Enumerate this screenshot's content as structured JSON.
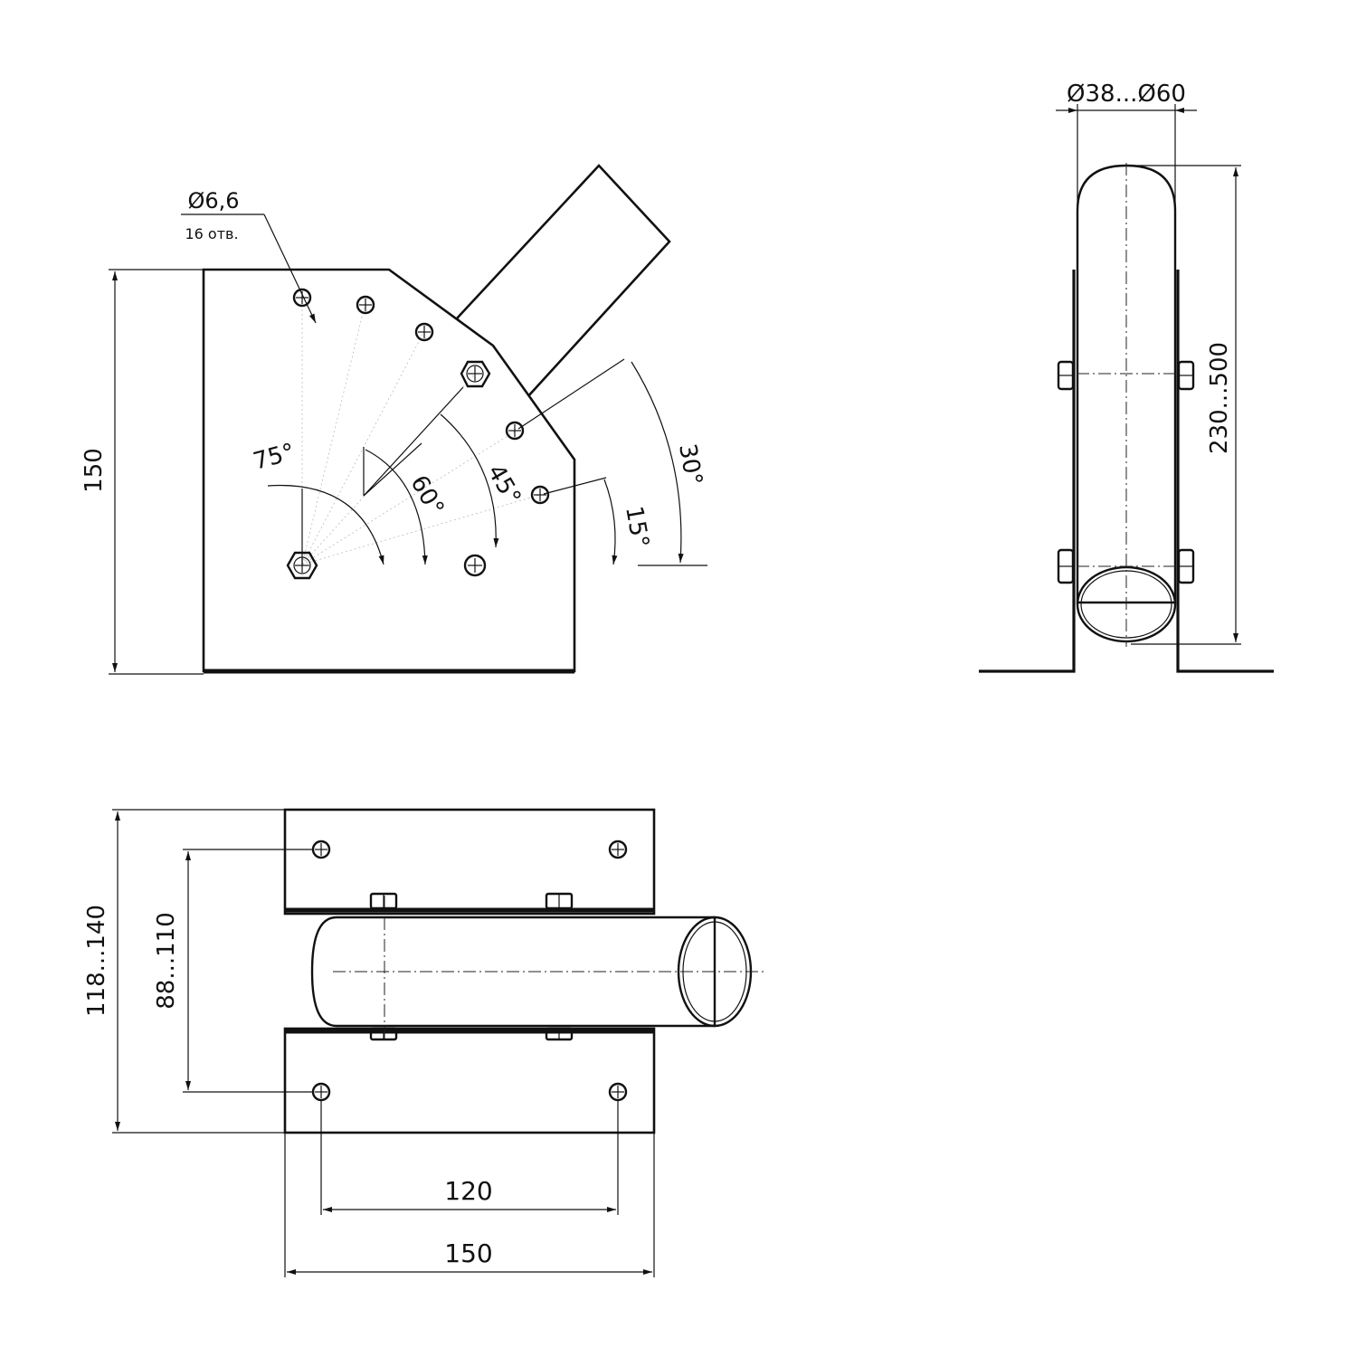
{
  "front_view": {
    "hole_dia": "Ø6,6",
    "hole_count": "16 отв.",
    "height": "150",
    "angles": [
      "75°",
      "60°",
      "45°",
      "30°",
      "15°"
    ]
  },
  "side_view": {
    "pipe_dia": "Ø38...Ø60",
    "length": "230...500"
  },
  "top_view": {
    "outer_width": "118...140",
    "inner_width": "88...110",
    "hole_spacing": "120",
    "plate_length": "150"
  }
}
